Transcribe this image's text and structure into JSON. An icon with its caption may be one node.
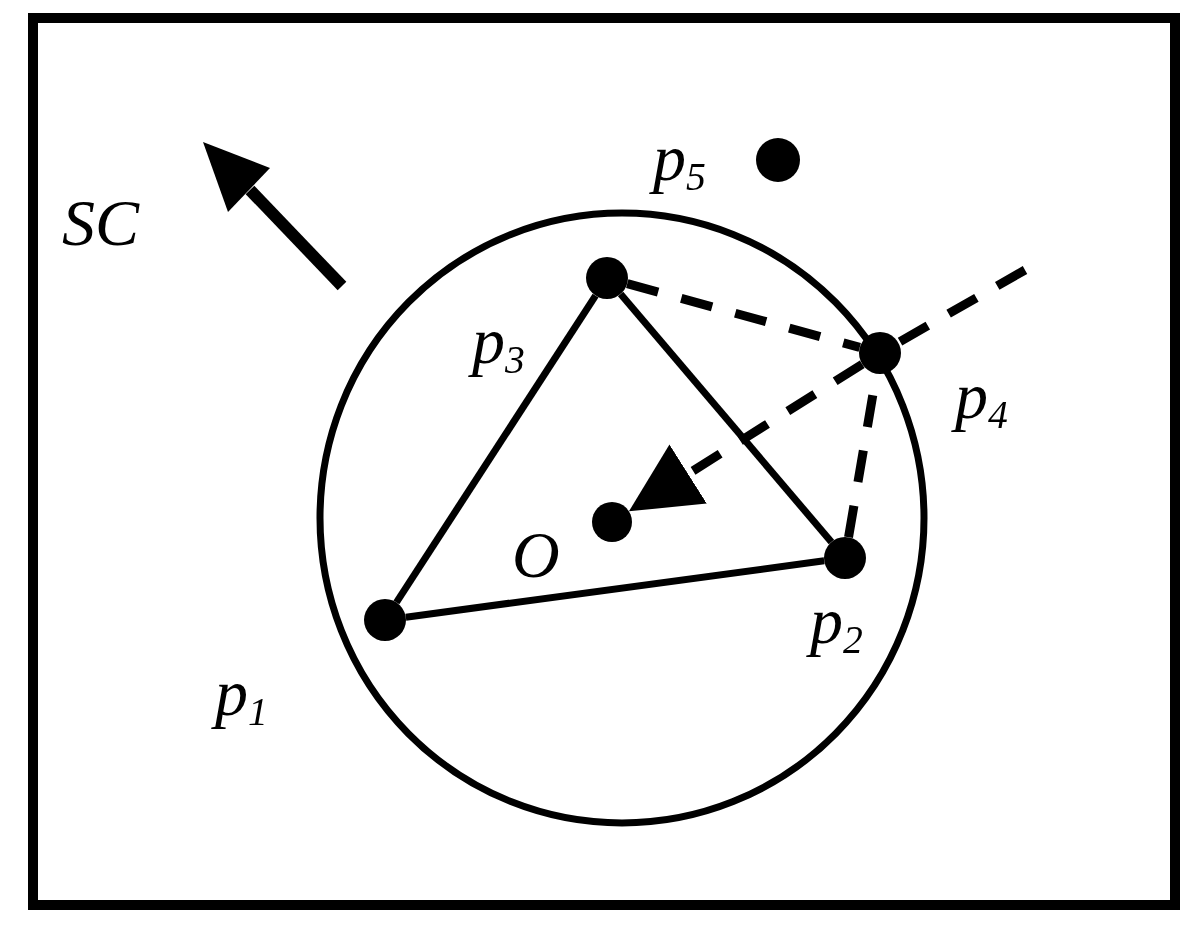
{
  "diagram": {
    "nodes": [
      {
        "text": [],
        "shape": "circle",
        "beside": [
          "p$_{5}$"
        ]
      },
      {
        "text": [],
        "shape": "circle",
        "beside": [
          "p$_{3}$"
        ]
      },
      {
        "text": [],
        "shape": "circle",
        "beside": [
          "p$_{4}$"
        ]
      },
      {
        "text": [],
        "shape": "circle",
        "beside": [
          "O"
        ]
      },
      {
        "text": [],
        "shape": "circle",
        "beside": [
          "p$_{2}$"
        ]
      },
      {
        "text": [],
        "shape": "circle",
        "beside": [
          "p$_{1}$"
        ]
      }
    ],
    "edges": [
      {
        "from": 5,
        "to": 4,
        "arrow": "none"
      },
      {
        "from": 4,
        "to": 1,
        "arrow": "none"
      },
      {
        "from": 1,
        "to": 5,
        "arrow": "none"
      },
      {
        "from": 1,
        "to": 2,
        "arrow": "none",
        "style": "dashed"
      },
      {
        "from": 4,
        "to": 2,
        "arrow": "none",
        "style": "dashed"
      },
      {
        "from": 2,
        "to": 3,
        "arrow": "to",
        "style": "dashed"
      },
      {
        "from": null,
        "to": 2,
        "arrow": "none",
        "style": "dashed"
      }
    ],
    "labels": [
      "SC"
    ]
  }
}
